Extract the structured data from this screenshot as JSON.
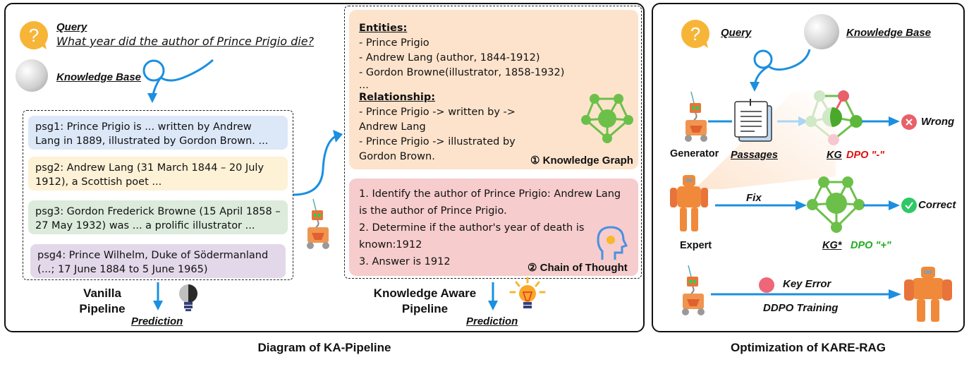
{
  "left_panel": {
    "caption": "Diagram of KA-Pipeline",
    "query": {
      "label": "Query",
      "text": "What year did the author of Prince Prigio die?"
    },
    "knowledge_base_label": "Knowledge Base",
    "passages": [
      {
        "id": "psg1",
        "line1": "psg1:  Prince Prigio is ... written by Andrew",
        "line2": "Lang in 1889, illustrated by Gordon Brown. ...",
        "color": "#dce8f8"
      },
      {
        "id": "psg2",
        "line1": "psg2:  Andrew Lang (31 March 1844 – 20 July",
        "line2": "1912), a Scottish poet ...",
        "color": "#fdf1d6"
      },
      {
        "id": "psg3",
        "line1": "psg3:  Gordon Frederick Browne (15 April 1858 –",
        "line2": "27 May 1932) was ... a prolific illustrator ...",
        "color": "#dcebdc"
      },
      {
        "id": "psg4",
        "line1": "psg4:  Prince Wilhelm, Duke of Södermanland",
        "line2": "(...; 17 June 1884 to 5 June 1965)",
        "color": "#e3d8ea"
      }
    ],
    "vanilla": {
      "label_line1": "Vanilla",
      "label_line2": "Pipeline",
      "prediction": "Prediction"
    },
    "knowledge_graph": {
      "entities_header": "Entities:",
      "entities": [
        "- Prince Prigio",
        "- Andrew Lang (author, 1844-1912)",
        "- Gordon Browne(illustrator, 1858-1932)",
        "..."
      ],
      "relationship_header": "Relationship:",
      "relationships": [
        "- Prince Prigio -> written by ->",
        "Andrew Lang",
        "- Prince Prigio -> illustrated by",
        "Gordon Brown."
      ],
      "tag": "① Knowledge Graph",
      "color": "#fde3cc"
    },
    "chain_of_thought": {
      "lines": [
        "1. Identify the author of Prince Prigio: Andrew Lang",
        "is the author of Prince Prigio.",
        "2. Determine if the author's year of death is",
        "known:1912",
        "3. Answer is 1912"
      ],
      "tag": "② Chain of Thought",
      "color": "#f6cccc"
    },
    "knowledge_aware": {
      "label_line1": "Knowledge Aware",
      "label_line2": "Pipeline",
      "prediction": "Prediction"
    }
  },
  "right_panel": {
    "caption": "Optimization of KARE-RAG",
    "query_label": "Query",
    "knowledge_base_label": "Knowledge Base",
    "generator_label": "Generator",
    "passages_label": "Passages",
    "kg_label": "KG",
    "dpo_negative": "DPO \"-\"",
    "wrong_label": "Wrong",
    "expert_label": "Expert",
    "fix_label": "Fix",
    "kg_star_label": "KG*",
    "dpo_positive": "DPO \"+\"",
    "correct_label": "Correct",
    "key_error_label": "Key Error",
    "ddpo_label": "DDPO Training"
  },
  "colors": {
    "arrow_blue": "#1b8fe0",
    "kg_green": "#6cc04a",
    "wrong_red": "#e8606a",
    "correct_green": "#2ec866",
    "dpo_neg": "#e01010",
    "dpo_pos": "#1fae1f",
    "query_orange": "#f7b538"
  }
}
